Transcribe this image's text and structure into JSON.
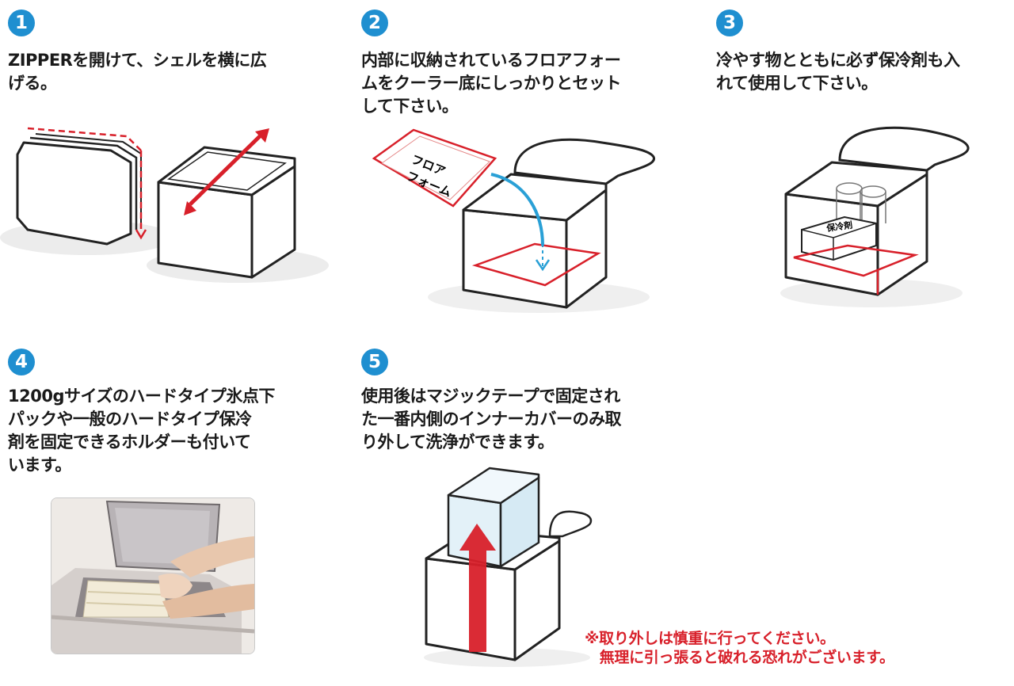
{
  "steps": [
    {
      "number": "1",
      "text": "ZIPPERを開けて、シェルを横に広\nげる。"
    },
    {
      "number": "2",
      "text": "内部に収納されているフロアフォー\nムをクーラー底にしっかりとセット\nして下さい。"
    },
    {
      "number": "3",
      "text": "冷やす物とともに必ず保冷剤も入\nれて使用して下さい。"
    },
    {
      "number": "4",
      "text": "1200gサイズのハードタイプ氷点下\nパックや一般のハードタイプ保冷\n剤を固定できるホルダーも付いて\nいます。"
    },
    {
      "number": "5",
      "text": "使用後はマジックテープで固定され\nた一番内側のインナーカバーのみ取\nり外して洗浄ができます。"
    }
  ],
  "floor_foam_label": "フロア\nフォーム",
  "ice_pack_label": "保冷剤",
  "caution_note": "※取り外しは慎重に行ってください。\n　無理に引っ張ると破れる恐れがございます。",
  "colors": {
    "badge": "#1f8fd0",
    "accent_red": "#d8202a",
    "line": "#222222"
  }
}
